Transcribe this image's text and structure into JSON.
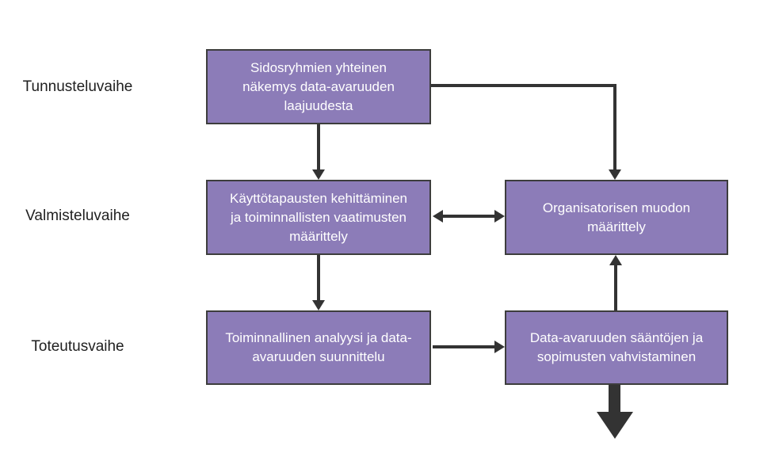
{
  "diagram": {
    "colors": {
      "background": "#ffffff",
      "box_fill": "#8c7cb8",
      "box_border": "#3d3d3d",
      "box_text": "#ffffff",
      "label_text": "#1f1f1f",
      "arrow": "#333333"
    },
    "phases": [
      {
        "label": "Tunnusteluvaihe"
      },
      {
        "label": "Valmisteluvaihe"
      },
      {
        "label": "Toteutusvaihe"
      }
    ],
    "boxes": [
      {
        "id": "sidosryhmien-nakemys",
        "text": "Sidosryhmien yhteinen\nnäkemys data-avaruuden\nlaajuudesta"
      },
      {
        "id": "kayttotapausten-kehittaminen",
        "text": "Käyttötapausten kehittäminen\nja toiminnallisten vaatimusten\nmäärittely"
      },
      {
        "id": "organisatorisen-muodon-maarittely",
        "text": "Organisatorisen muodon\nmäärittely"
      },
      {
        "id": "toiminnallinen-analyysi",
        "text": "Toiminnallinen analyysi ja data-\navaruuden suunnittelu"
      },
      {
        "id": "saantojen-vahvistaminen",
        "text": "Data-avaruuden sääntöjen ja\nsopimusten vahvistaminen"
      }
    ],
    "connections": [
      {
        "from": "sidosryhmien-nakemys",
        "to": "kayttotapausten-kehittaminen",
        "style": "arrow-down"
      },
      {
        "from": "sidosryhmien-nakemys",
        "to": "organisatorisen-muodon-maarittely",
        "style": "elbow-right-then-down"
      },
      {
        "from": "kayttotapausten-kehittaminen",
        "to": "organisatorisen-muodon-maarittely",
        "style": "double-headed-horizontal"
      },
      {
        "from": "kayttotapausten-kehittaminen",
        "to": "toiminnallinen-analyysi",
        "style": "arrow-down"
      },
      {
        "from": "toiminnallinen-analyysi",
        "to": "saantojen-vahvistaminen",
        "style": "arrow-right"
      },
      {
        "from": "saantojen-vahvistaminen",
        "to": "organisatorisen-muodon-maarittely",
        "style": "arrow-up"
      },
      {
        "from": "saantojen-vahvistaminen",
        "to": "diagram-exit",
        "style": "thick-arrow-down"
      }
    ]
  }
}
